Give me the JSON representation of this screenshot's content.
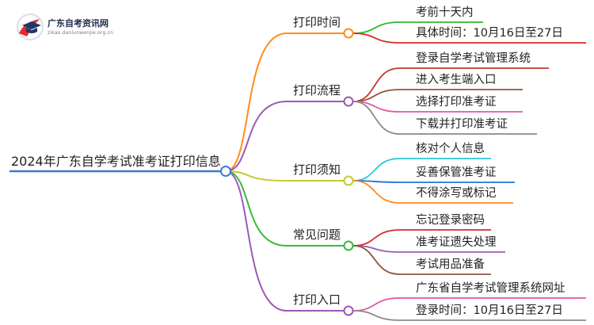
{
  "logo": {
    "name": "广东自考资讯网",
    "sub": "zikao.danlunwenjie.org.cn",
    "colors": {
      "primary": "#1b3a6b",
      "accent": "#e32b2b"
    }
  },
  "mindmap": {
    "root": {
      "label": "2024年广东自学考试准考证打印信息",
      "color": "#3a7bd5"
    },
    "branches": [
      {
        "label": "打印时间",
        "color": "#ff8c1a",
        "children": [
          {
            "label": "考前十天内",
            "color": "#2eb82e"
          },
          {
            "label": "具体时间：10月16日至27日",
            "color": "#d62a2a"
          }
        ]
      },
      {
        "label": "打印流程",
        "color": "#9b59b6",
        "children": [
          {
            "label": "登录自学考试管理系统",
            "color": "#c0392b"
          },
          {
            "label": "进入考生端入口",
            "color": "#8e5a3c"
          },
          {
            "label": "选择打印准考证",
            "color": "#e056a8"
          },
          {
            "label": "下载并打印准考证",
            "color": "#8a8a8a"
          }
        ]
      },
      {
        "label": "打印须知",
        "color": "#c8c832",
        "children": [
          {
            "label": "核对个人信息",
            "color": "#2ec5d8"
          },
          {
            "label": "妥善保管准考证",
            "color": "#2a6fd6"
          },
          {
            "label": "不得涂写或标记",
            "color": "#ff8c1a"
          }
        ]
      },
      {
        "label": "常见问题",
        "color": "#3cb83c",
        "children": [
          {
            "label": "忘记登录密码",
            "color": "#d62a2a"
          },
          {
            "label": "准考证遗失处理",
            "color": "#9b59b6"
          },
          {
            "label": "考试用品准备",
            "color": "#8e5a3c"
          }
        ]
      },
      {
        "label": "打印入口",
        "color": "#9b59b6",
        "children": [
          {
            "label": "广东省自学考试管理系统网址",
            "color": "#e056a8"
          },
          {
            "label": "登录时间：10月16日至27日",
            "color": "#8a8a8a"
          }
        ]
      }
    ]
  }
}
